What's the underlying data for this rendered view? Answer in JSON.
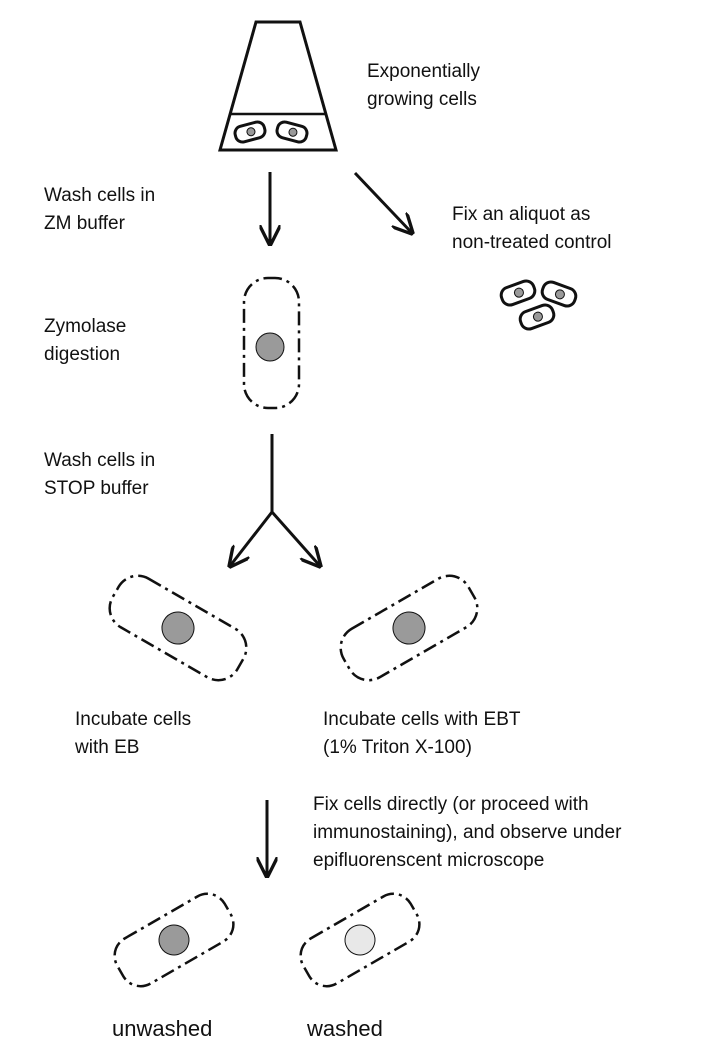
{
  "steps": {
    "start": [
      "Exponentially",
      "growing cells"
    ],
    "wash_zm": [
      "Wash cells in",
      "ZM buffer"
    ],
    "fix_control": [
      "Fix an aliquot as",
      "non-treated control"
    ],
    "zymolase": [
      "Zymolase",
      "digestion"
    ],
    "wash_stop": [
      "Wash cells in",
      "STOP buffer"
    ],
    "incubate_eb": [
      "Incubate cells",
      "with EB"
    ],
    "incubate_ebt": [
      "Incubate cells with EBT",
      "(1% Triton X-100)"
    ],
    "fix_observe": [
      "Fix cells directly (or proceed with",
      "immunostaining), and observe under",
      "epifluorenscent microscope"
    ]
  },
  "outcomes": {
    "unwashed": "unwashed",
    "washed": "washed"
  },
  "colors": {
    "line": "#111111",
    "nucleus_dark": "#9a9a9a",
    "nucleus_light": "#e8e8e8"
  }
}
